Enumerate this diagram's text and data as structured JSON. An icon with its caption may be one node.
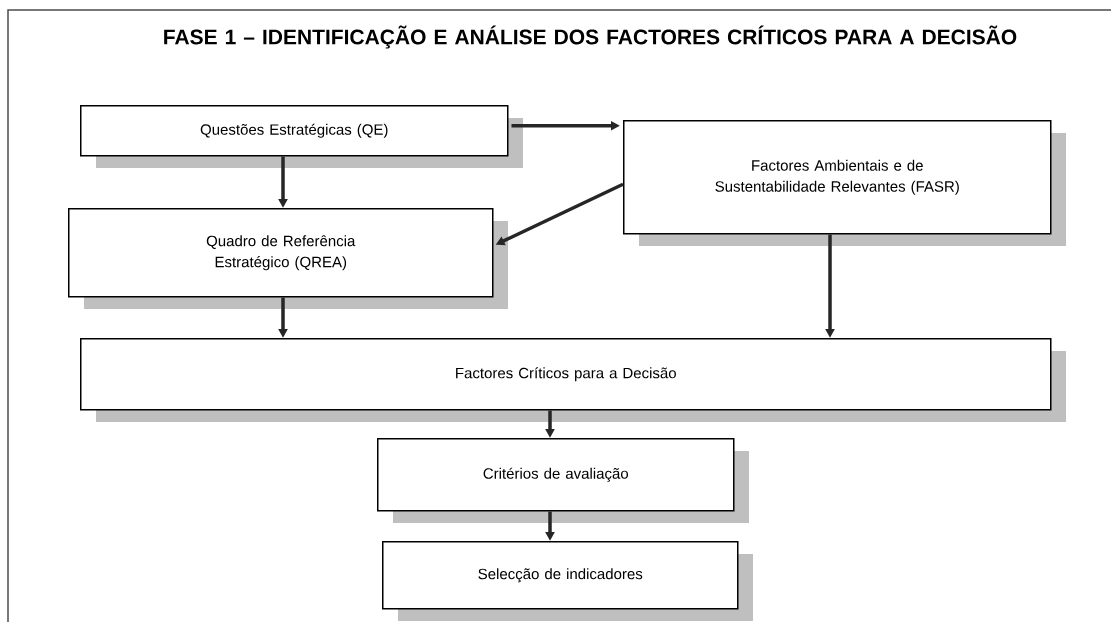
{
  "diagram": {
    "title": "FASE 1 – IDENTIFICAÇÃO E ANÁLISE DOS FACTORES CRÍTICOS PARA A DECISÃO",
    "nodes": [
      {
        "text": [
          "Questões Estratégicas (QE)"
        ]
      },
      {
        "text": [
          "Factores Ambientais e de Sustentabilidade Relevantes (FASR)"
        ]
      },
      {
        "text": [
          "Quadro de Referência Estratégico (QREA)"
        ]
      },
      {
        "text": [
          "Factores Críticos para a Decisão"
        ]
      },
      {
        "text": [
          "Critérios de avaliação"
        ]
      },
      {
        "text": [
          "Selecção de indicadores"
        ]
      }
    ],
    "edges": [
      {
        "from": 0,
        "to": 1,
        "arrow": "to"
      },
      {
        "from": 0,
        "to": 2,
        "arrow": "to"
      },
      {
        "from": 1,
        "to": 2,
        "arrow": "to"
      },
      {
        "from": 2,
        "to": 3,
        "arrow": "to"
      },
      {
        "from": 1,
        "to": 3,
        "arrow": "to"
      },
      {
        "from": 3,
        "to": 4,
        "arrow": "to"
      },
      {
        "from": 4,
        "to": 5,
        "arrow": "to"
      }
    ]
  }
}
